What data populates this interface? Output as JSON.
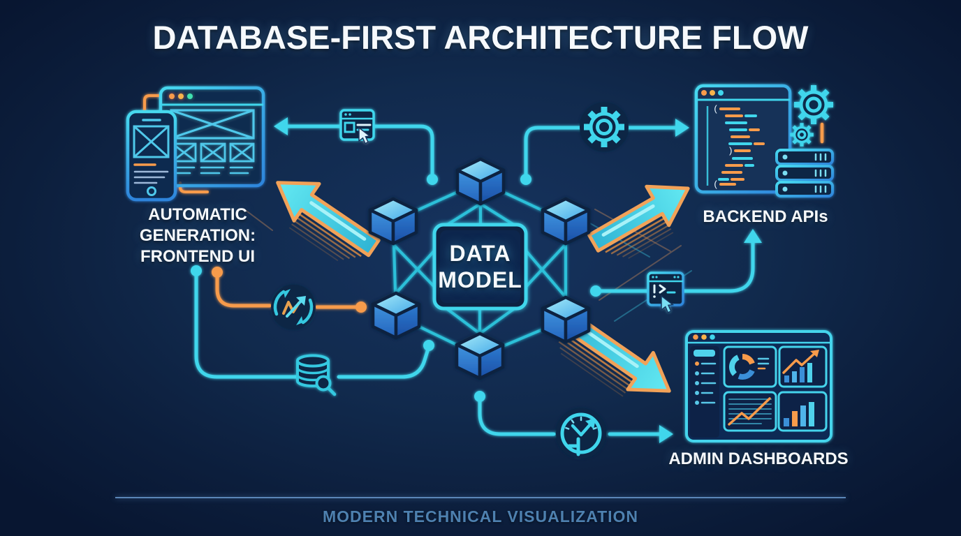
{
  "title": "DATABASE-FIRST ARCHITECTURE FLOW",
  "footer_text": "MODERN TECHNICAL VISUALIZATION",
  "center_node": {
    "line1": "DATA",
    "line2": "MODEL"
  },
  "labels": {
    "frontend": {
      "line1": "AUTOMATIC",
      "line2": "GENERATION:",
      "line3": "FRONTEND UI"
    },
    "backend": "BACKEND APIs",
    "admin": "ADMIN DASHBOARDS"
  },
  "icons": {
    "frontend": [
      "browser-wireframe",
      "phone-wireframe"
    ],
    "backend": [
      "code-window",
      "gear-large",
      "gear-small",
      "server-stack"
    ],
    "admin": [
      "dashboard-window",
      "donut-chart",
      "bar-chart-trend",
      "line-chart",
      "bar-chart"
    ],
    "connectors": [
      "browser-click",
      "gear",
      "terminal-prompt",
      "sync-arrows",
      "database-search",
      "clock-gauge"
    ],
    "center": [
      "data-cube"
    ]
  },
  "colors": {
    "background": "#0d1f3d",
    "cyan": "#3fd6ec",
    "blue": "#2f7fd0",
    "orange": "#f79b4b",
    "title": "#f6f9fc",
    "footer": "#4e81b0"
  }
}
